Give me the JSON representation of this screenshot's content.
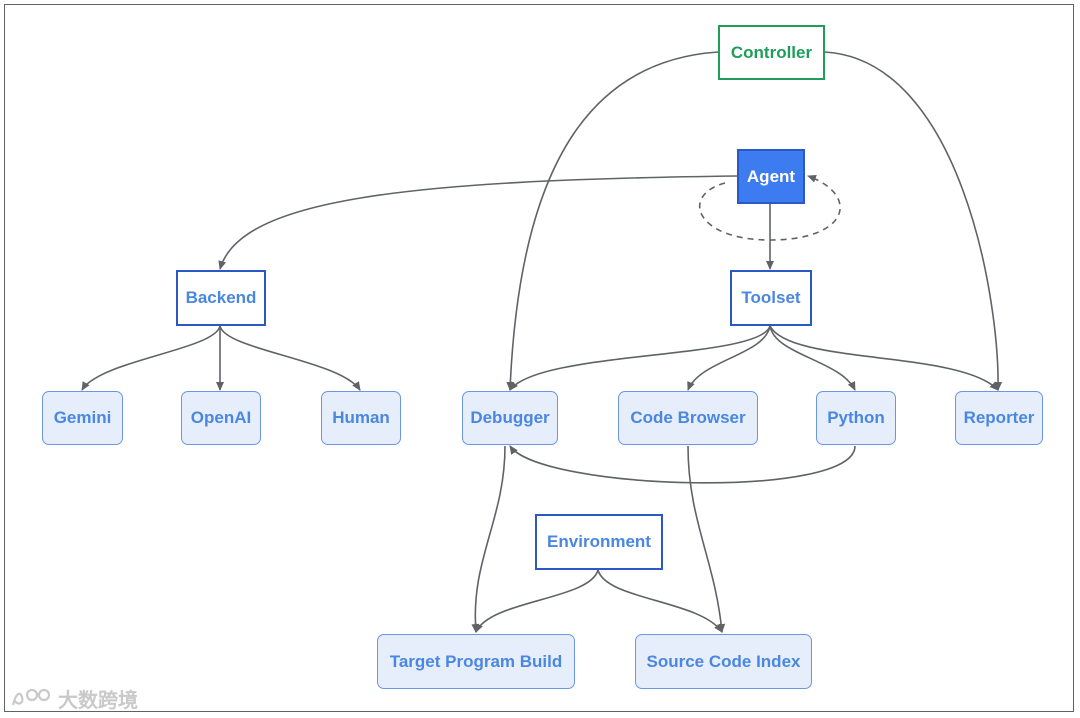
{
  "diagram": {
    "nodes": {
      "controller": "Controller",
      "agent": "Agent",
      "backend": "Backend",
      "toolset": "Toolset",
      "gemini": "Gemini",
      "openai": "OpenAI",
      "human": "Human",
      "debugger": "Debugger",
      "code_browser": "Code Browser",
      "python": "Python",
      "reporter": "Reporter",
      "environment": "Environment",
      "target_build": "Target Program Build",
      "source_index": "Source Code Index"
    }
  },
  "watermark": "大数跨境",
  "colors": {
    "edge": "#5f6368",
    "outline_blue": "#2b59c3",
    "text_blue": "#4a87e0",
    "green": "#1e9e5a",
    "fill_blue": "#3d7cf0",
    "soft_fill": "#e6eefc"
  }
}
